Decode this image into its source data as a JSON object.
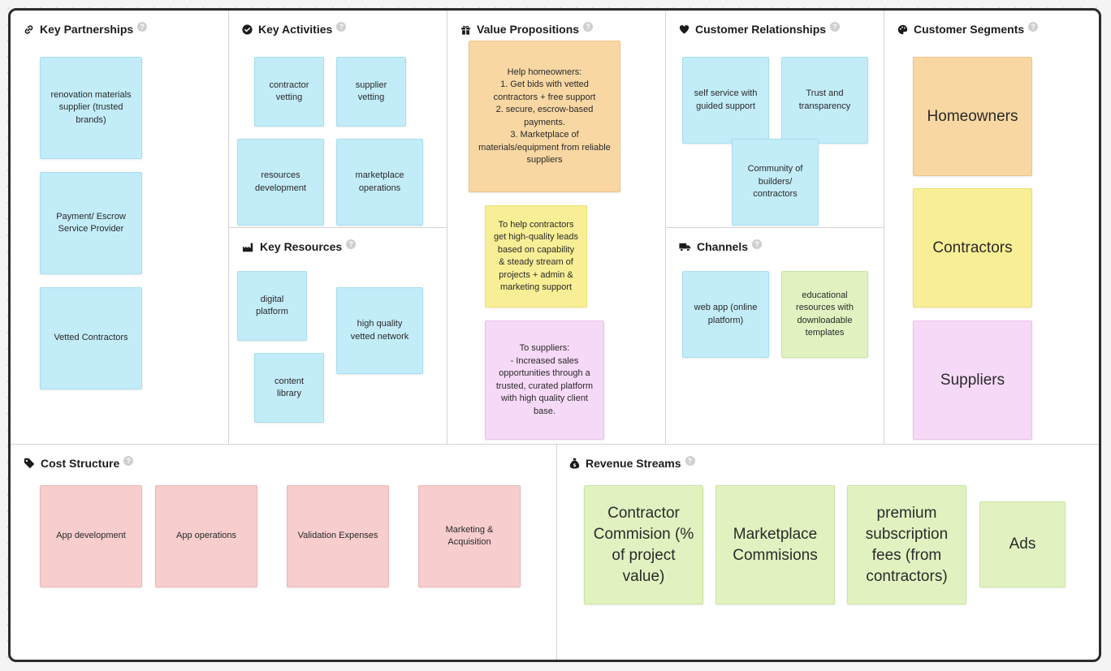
{
  "colors": {
    "blue": "#c2ecf8",
    "orange": "#f8d7a3",
    "yellow": "#f8ee95",
    "pink": "#f6d9f6",
    "red": "#f7cdcd",
    "green": "#e1f2c0"
  },
  "help_glyph": "?",
  "sections": {
    "key_partnerships": {
      "title": "Key Partnerships",
      "icon": "link-icon",
      "notes": [
        "renovation materials supplier (trusted brands)",
        "Payment/ Escrow Service Provider",
        "Vetted Contractors"
      ]
    },
    "key_activities": {
      "title": "Key Activities",
      "icon": "check-circle-icon",
      "notes": [
        "contractor vetting",
        "supplier vetting",
        "resources development",
        "marketplace operations"
      ]
    },
    "key_resources": {
      "title": "Key Resources",
      "icon": "factory-icon",
      "notes": [
        "digital platform",
        "high quality vetted network",
        "content library"
      ]
    },
    "value_propositions": {
      "title": "Value Propositions",
      "icon": "gift-icon",
      "notes": [
        "Help homeowners:\n1. Get bids with vetted contractors + free support\n2. secure, escrow-based payments.\n3. Marketplace of materials/equipment from reliable suppliers",
        "To help contractors get high-quality leads based on capability & steady stream of projects + admin & marketing support",
        "To suppliers:\n- Increased sales opportunities through a trusted, curated platform with high quality client base."
      ]
    },
    "customer_relationships": {
      "title": "Customer Relationships",
      "icon": "heart-icon",
      "notes": [
        "self service with guided support",
        "Trust and transparency",
        "Community of builders/ contractors"
      ]
    },
    "channels": {
      "title": "Channels",
      "icon": "truck-icon",
      "notes": [
        "web app (online platform)",
        "educational resources with downloadable templates"
      ]
    },
    "customer_segments": {
      "title": "Customer Segments",
      "icon": "palette-icon",
      "notes": [
        "Homeowners",
        "Contractors",
        "Suppliers"
      ]
    },
    "cost_structure": {
      "title": "Cost Structure",
      "icon": "tag-icon",
      "notes": [
        "App development",
        "App operations",
        "Validation Expenses",
        "Marketing & Acquisition"
      ]
    },
    "revenue_streams": {
      "title": "Revenue Streams",
      "icon": "money-bag-icon",
      "notes": [
        "Contractor Commision (% of project value)",
        "Marketplace Commisions",
        "premium subscription fees (from contractors)",
        "Ads"
      ]
    }
  }
}
